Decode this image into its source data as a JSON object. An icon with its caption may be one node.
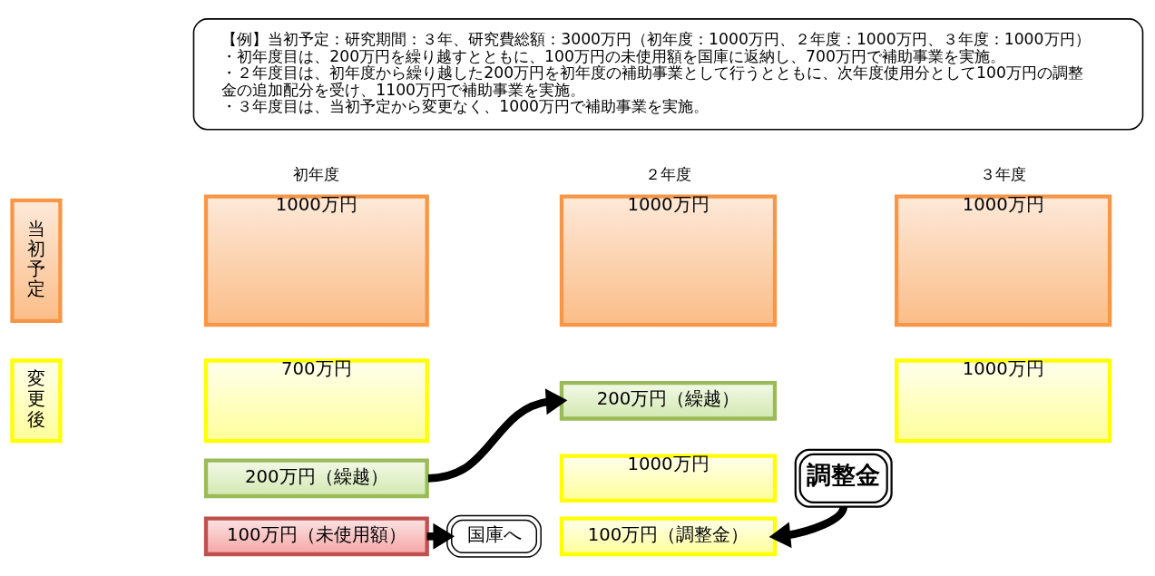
{
  "diagram": {
    "nodes": [
      {
        "text": [
          "【例】当初予定：研究期間：３年、研究費総額：3000万円（初年度：1000万円、２年度：1000万円、３年度：1000万円）",
          "・初年度目は、200万円を繰り越すとともに、100万円の未使用額を国庫に返納し、700万円で補助事業を実施。",
          "・２年度目は、初年度から繰り越した200万円を初年度の補助事業として行うとともに、次年度使用分として100万円の調整金の追加配分を受け、1100万円で補助事業を実施。",
          "・３年度目は、当初予定から変更なく、1000万円で補助事業を実施。"
        ]
      },
      {
        "text": [
          "当初予定"
        ]
      },
      {
        "text": [
          "1000万円"
        ]
      },
      {
        "text": [
          "1000万円"
        ]
      },
      {
        "text": [
          "1000万円"
        ]
      },
      {
        "text": [
          "変更後"
        ]
      },
      {
        "text": [
          "200万円（繰越）"
        ]
      },
      {
        "text": [
          "700万円"
        ]
      },
      {
        "text": [
          "1000万円"
        ]
      },
      {
        "text": [
          "1000万円"
        ]
      },
      {
        "text": [
          "調整金"
        ]
      },
      {
        "text": [
          "200万円（繰越）"
        ]
      },
      {
        "text": [
          "100万円（未使用額）"
        ]
      },
      {
        "text": [
          "100万円（調整金）"
        ]
      },
      {
        "text": [
          "国庫へ"
        ]
      }
    ],
    "edges": [
      {
        "from": 11,
        "to": 6,
        "arrow": "to"
      },
      {
        "from": 12,
        "to": 14,
        "arrow": "to"
      },
      {
        "from": 10,
        "to": 13,
        "arrow": "to"
      }
    ],
    "labels": [
      "初年度",
      "２年度",
      "３年度"
    ]
  }
}
